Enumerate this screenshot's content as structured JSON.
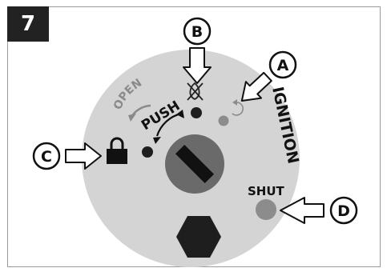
{
  "figure": {
    "step_number": "7"
  },
  "knob": {
    "labels": {
      "open": "OPEN",
      "push": "PUSH",
      "ignition": "IGNITION",
      "shut": "SHUT"
    }
  },
  "callouts": {
    "a": "A",
    "b": "B",
    "c": "C",
    "d": "D"
  },
  "colors": {
    "dial": "#d4d4d4",
    "dark": "#1e1e1e",
    "knob": "#6a6a6a",
    "grey_dot": "#8c8c8c",
    "open_label": "#8a8a8a",
    "frame": "#9a9a9a"
  },
  "icons": [
    "flame-off-icon",
    "lock-icon",
    "ignition-spark-icon"
  ]
}
